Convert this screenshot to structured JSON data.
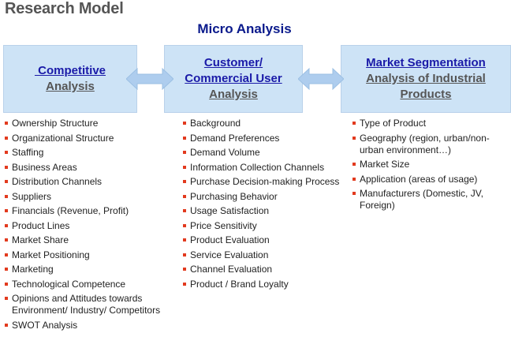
{
  "title": "Research Model",
  "subtitle": "Micro Analysis",
  "boxes": [
    {
      "line1": " Competitive",
      "line2": "Analysis"
    },
    {
      "line1": "Customer/",
      "line1b": "Commercial User",
      "line2": "Analysis"
    },
    {
      "line1": "Market Segmentation",
      "line2": "Analysis of Industrial",
      "line2b": "Products"
    }
  ],
  "columns": [
    [
      "Ownership Structure",
      "Organizational Structure",
      "Staffing",
      "Business Areas",
      "Distribution Channels",
      "Suppliers",
      "Financials (Revenue, Profit)",
      "Product Lines",
      "Market Share",
      "Market Positioning",
      "Marketing",
      "Technological Competence",
      "Opinions and Attitudes towards Environment/ Industry/ Competitors",
      "SWOT Analysis"
    ],
    [
      "Background",
      "Demand Preferences",
      "Demand Volume",
      "Information Collection Channels",
      "Purchase Decision-making Process",
      "Purchasing Behavior",
      "Usage Satisfaction",
      "Price Sensitivity",
      "Product Evaluation",
      "Service Evaluation",
      "Channel Evaluation",
      "Product / Brand Loyalty"
    ],
    [
      "Type of Product",
      "Geography (region, urban/non-urban environment…)",
      "Market Size",
      "Application (areas of usage)",
      "Manufacturers (Domestic, JV, Foreign)"
    ]
  ],
  "colors": {
    "box_fill": "#cde3f6",
    "arrow_fill": "#aecdee",
    "bullet": "#e23a1e",
    "heading_blue": "#0a1a8c"
  }
}
